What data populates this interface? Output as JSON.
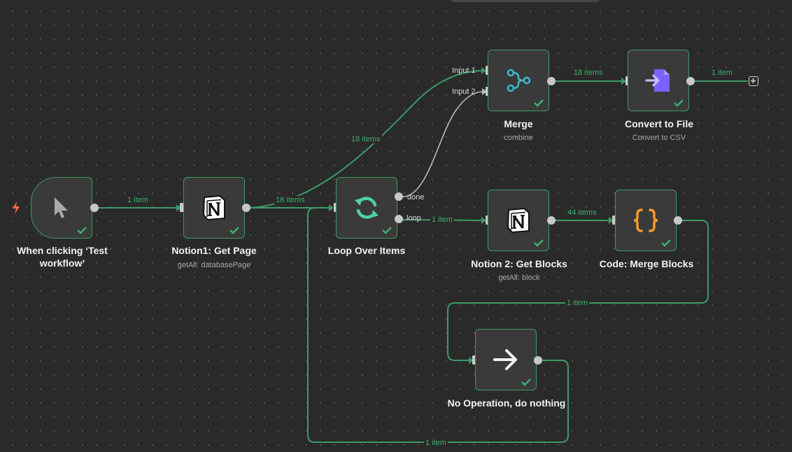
{
  "nodes": {
    "trigger": {
      "title": "When clicking ‘Test workflow’",
      "icon": "cursor-icon"
    },
    "notion1": {
      "title": "Notion1: Get Page",
      "subtitle": "getAll: databasePage",
      "icon": "notion-icon"
    },
    "loop": {
      "title": "Loop Over Items",
      "icon": "loop-icon",
      "port_done": "done",
      "port_loop": "loop"
    },
    "merge": {
      "title": "Merge",
      "subtitle": "combine",
      "icon": "merge-icon",
      "input1": "Input 1",
      "input2": "Input 2"
    },
    "convert": {
      "title": "Convert to File",
      "subtitle": "Convert to CSV",
      "icon": "file-convert-icon"
    },
    "notion2": {
      "title": "Notion 2: Get Blocks",
      "subtitle": "getAll: block",
      "icon": "notion-icon"
    },
    "code": {
      "title": "Code: Merge Blocks",
      "icon": "code-braces-icon"
    },
    "noop": {
      "title": "No Operation, do nothing",
      "icon": "arrow-right-icon"
    }
  },
  "edges": {
    "trigger_notion1": "1 item",
    "notion1_loop": "18 items",
    "loop_merge": "18 items",
    "merge_convert": "18 items",
    "convert_out": "1 item",
    "loop_notion2": "1 item",
    "notion2_code": "44 items",
    "code_noop": "1 item",
    "noop_loop": "1 item"
  },
  "colors": {
    "success": "#3d9a68",
    "trigger_bolt": "#ff6b4a",
    "code_brace": "#ff9b26",
    "convert_icon": "#7b61ff",
    "merge_icon": "#3fb6c9",
    "loop_icon": "#4fd1a8"
  }
}
